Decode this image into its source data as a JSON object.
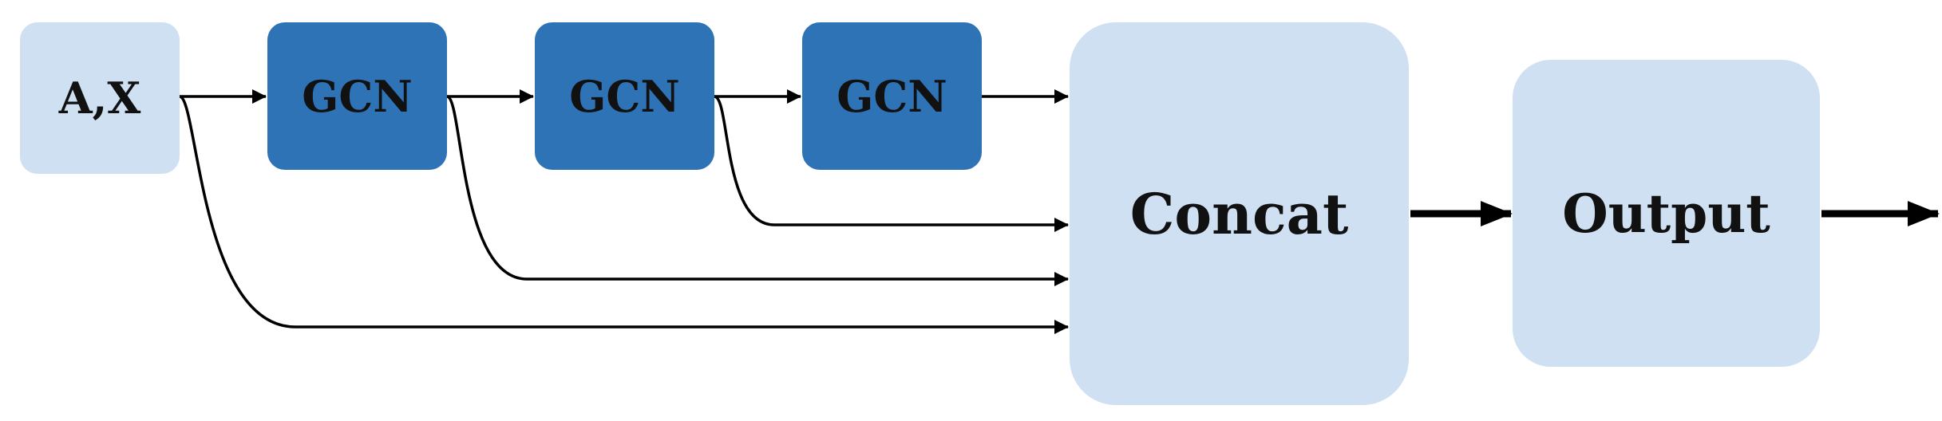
{
  "colors": {
    "light_node": "#cfe0f2",
    "dark_node": "#2e73b6",
    "edge": "#000000",
    "text": "#111111"
  },
  "nodes": {
    "input": {
      "label": "A,X"
    },
    "gcn1": {
      "label": "GCN"
    },
    "gcn2": {
      "label": "GCN"
    },
    "gcn3": {
      "label": "GCN"
    },
    "concat": {
      "label": "Concat"
    },
    "output": {
      "label": "Output"
    }
  },
  "edges": [
    {
      "from": "input",
      "to": "gcn1"
    },
    {
      "from": "gcn1",
      "to": "gcn2"
    },
    {
      "from": "gcn2",
      "to": "gcn3"
    },
    {
      "from": "gcn3",
      "to": "concat"
    },
    {
      "from": "gcn2",
      "to": "concat"
    },
    {
      "from": "gcn1",
      "to": "concat"
    },
    {
      "from": "input",
      "to": "concat"
    },
    {
      "from": "concat",
      "to": "output"
    },
    {
      "from": "output",
      "to": "out"
    }
  ]
}
